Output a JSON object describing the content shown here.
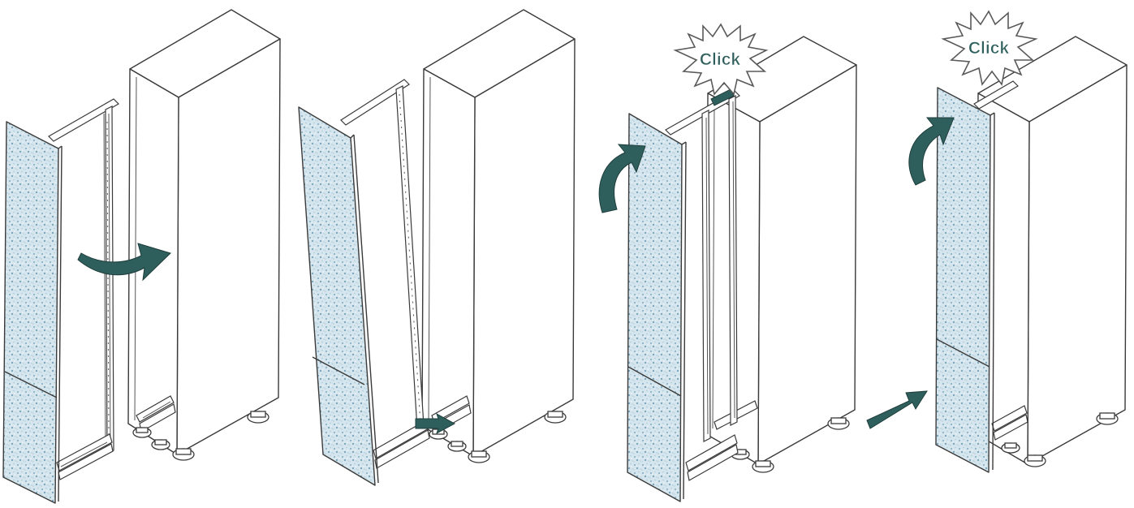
{
  "steps": [
    {
      "id": 1,
      "callout": ""
    },
    {
      "id": 2,
      "callout": ""
    },
    {
      "id": 3,
      "callout": "Click"
    },
    {
      "id": 4,
      "callout": "Click"
    }
  ],
  "colors": {
    "arrow": "#2f5f5c",
    "panel_speckle_base": "#cfe1ea",
    "panel_speckle_dots": "#8fb3c6",
    "outline": "#3a3a3a"
  },
  "icons": [
    "curved-arrow-icon",
    "straight-arrow-icon",
    "click-burst-icon"
  ]
}
